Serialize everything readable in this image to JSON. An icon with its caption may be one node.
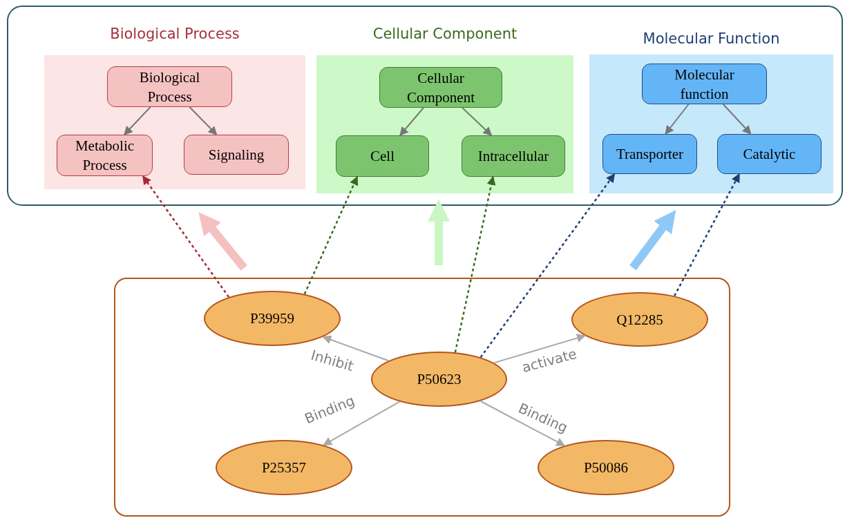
{
  "diagram": {
    "nodes": [
      {
        "text": [],
        "shape": "box"
      },
      {
        "text": [
          "Biological Process"
        ],
        "in": 0
      },
      {
        "text": [
          "Biological Process"
        ],
        "in": 1
      },
      {
        "text": [
          "Metabolic Process"
        ],
        "in": 1
      },
      {
        "text": [
          "Signaling"
        ],
        "in": 1
      },
      {
        "text": [
          "Cellular Component"
        ],
        "in": 0
      },
      {
        "text": [
          "Cellular Component"
        ],
        "in": 5
      },
      {
        "text": [
          "Cell"
        ],
        "in": 5
      },
      {
        "text": [
          "Intracellular"
        ],
        "in": 5
      },
      {
        "text": [
          "Molecular Function"
        ],
        "in": 0
      },
      {
        "text": [
          "Molecular function"
        ],
        "in": 9
      },
      {
        "text": [
          "Transporter"
        ],
        "in": 9
      },
      {
        "text": [
          "Catalytic"
        ],
        "in": 9
      },
      {
        "text": [],
        "shape": "box"
      },
      {
        "text": [
          "P39959"
        ],
        "in": 13
      },
      {
        "text": [
          "Q12285"
        ],
        "in": 13
      },
      {
        "text": [
          "P50623"
        ],
        "in": 13
      },
      {
        "text": [
          "P25357"
        ],
        "in": 13
      },
      {
        "text": [
          "P50086"
        ],
        "in": 13
      }
    ],
    "edges": [
      {
        "from": 2,
        "to": 3,
        "arrow": "to"
      },
      {
        "from": 2,
        "to": 4,
        "arrow": "to"
      },
      {
        "from": 6,
        "to": 7,
        "arrow": "to"
      },
      {
        "from": 6,
        "to": 8,
        "arrow": "to"
      },
      {
        "from": 10,
        "to": 11,
        "arrow": "to"
      },
      {
        "from": 10,
        "to": 12,
        "arrow": "to"
      },
      {
        "from": 14,
        "to": 3,
        "arrow": "to",
        "style": "dashed",
        "color": "#a52a35"
      },
      {
        "from": 14,
        "to": 7,
        "arrow": "to",
        "style": "dashed",
        "color": "#3b6a1e"
      },
      {
        "from": 16,
        "to": 8,
        "arrow": "to",
        "style": "dashed",
        "color": "#3b6a1e"
      },
      {
        "from": 16,
        "to": 11,
        "arrow": "to",
        "style": "dashed",
        "color": "#1f3f73"
      },
      {
        "from": 15,
        "to": 12,
        "arrow": "to",
        "style": "dashed",
        "color": "#1f3f73"
      },
      {
        "from": 16,
        "to": 14,
        "arrow": "to",
        "label": "Inhibit",
        "color": "#a8a8a8"
      },
      {
        "from": 16,
        "to": 15,
        "arrow": "to",
        "label": "activate",
        "color": "#a8a8a8"
      },
      {
        "from": 16,
        "to": 17,
        "arrow": "to",
        "label": "Binding",
        "color": "#a8a8a8"
      },
      {
        "from": 16,
        "to": 18,
        "arrow": "to",
        "label": "Binding",
        "color": "#a8a8a8"
      },
      {
        "from": 13,
        "to": 0,
        "arrow": "to",
        "style": "thick",
        "color": "#f5c0c0"
      },
      {
        "from": 13,
        "to": 0,
        "arrow": "to",
        "style": "thick",
        "color": "#c8f7c2"
      },
      {
        "from": 13,
        "to": 0,
        "arrow": "to",
        "style": "thick",
        "color": "#90c8f5"
      }
    ]
  }
}
